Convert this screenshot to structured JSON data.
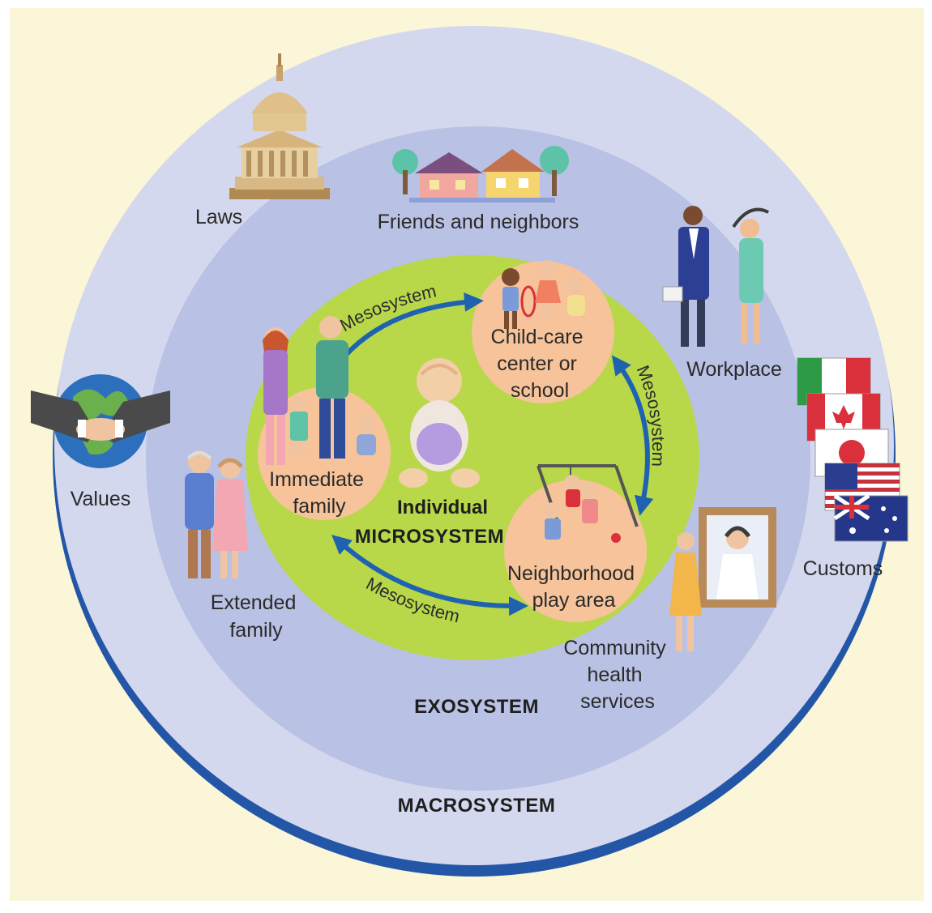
{
  "colors": {
    "background": "#faf6d7",
    "macrosystem": "#d3d8ee",
    "macrosystem_rim": "#2456a8",
    "exosystem": "#b9c1e4",
    "microsystem": "#b8d84a",
    "setting_circle": "#f6c39a",
    "arrow": "#1f63b0"
  },
  "systems": {
    "macrosystem": "MACROSYSTEM",
    "exosystem": "EXOSYSTEM",
    "microsystem": "MICROSYSTEM",
    "individual": "Individual"
  },
  "microsystem_settings": {
    "immediate_family": [
      "Immediate",
      "family"
    ],
    "child_care": [
      "Child-care",
      "center or",
      "school"
    ],
    "play_area": [
      "Neighborhood",
      "play area"
    ]
  },
  "mesosystem_links": [
    "Mesosystem",
    "Mesosystem",
    "Mesosystem"
  ],
  "exosystem_items": {
    "friends": "Friends and neighbors",
    "workplace": "Workplace",
    "extended_family": [
      "Extended",
      "family"
    ],
    "community_health": [
      "Community",
      "health",
      "services"
    ]
  },
  "macrosystem_items": {
    "laws": "Laws",
    "values": "Values",
    "customs": "Customs"
  },
  "icons": [
    "capitol-icon",
    "houses-icon",
    "business-people-icon",
    "handshake-globe-icon",
    "flags-icon",
    "grandparents-icon",
    "family-icon",
    "children-icon",
    "baby-icon",
    "playground-icon",
    "doctor-portrait-icon"
  ]
}
